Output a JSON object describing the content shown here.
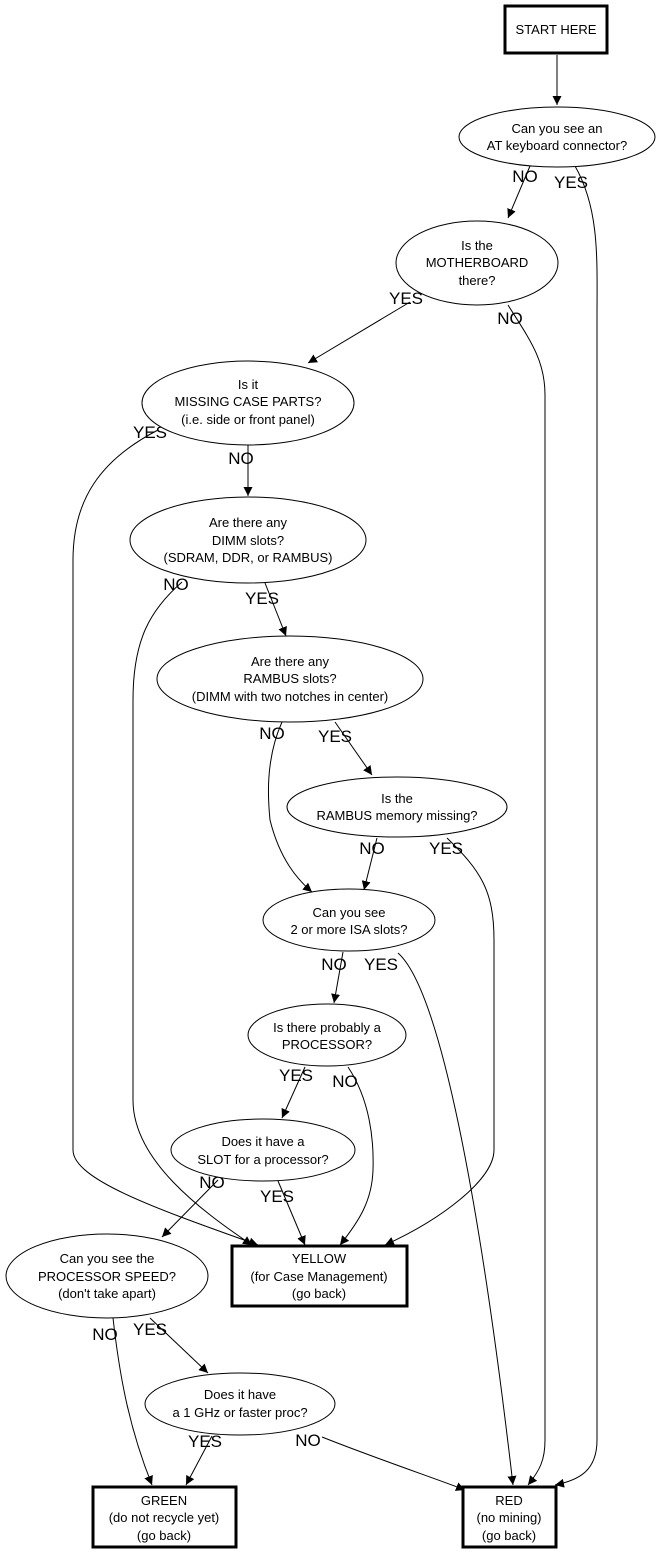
{
  "diagram": {
    "type": "flowchart",
    "nodes": {
      "start": {
        "shape": "box",
        "lines": [
          "START HERE"
        ]
      },
      "q_at_keyboard": {
        "shape": "ellipse",
        "lines": [
          "Can you see an",
          "AT keyboard connector?"
        ]
      },
      "q_motherboard": {
        "shape": "ellipse",
        "lines": [
          "Is the",
          "MOTHERBOARD",
          "there?"
        ]
      },
      "q_missing_case": {
        "shape": "ellipse",
        "lines": [
          "Is it",
          "MISSING CASE PARTS?",
          "(i.e. side or front panel)"
        ]
      },
      "q_dimm": {
        "shape": "ellipse",
        "lines": [
          "Are there any",
          "DIMM slots?",
          "(SDRAM, DDR, or RAMBUS)"
        ]
      },
      "q_rambus_slots": {
        "shape": "ellipse",
        "lines": [
          "Are there any",
          "RAMBUS slots?",
          "(DIMM with two notches in center)"
        ]
      },
      "q_rambus_missing": {
        "shape": "ellipse",
        "lines": [
          "Is the",
          "RAMBUS memory missing?"
        ]
      },
      "q_isa": {
        "shape": "ellipse",
        "lines": [
          "Can you see",
          "2 or more ISA slots?"
        ]
      },
      "q_processor": {
        "shape": "ellipse",
        "lines": [
          "Is there probably a",
          "PROCESSOR?"
        ]
      },
      "q_slot": {
        "shape": "ellipse",
        "lines": [
          "Does it have a",
          "SLOT for a processor?"
        ]
      },
      "q_speed": {
        "shape": "ellipse",
        "lines": [
          "Can you see the",
          "PROCESSOR SPEED?",
          "(don't take apart)"
        ]
      },
      "q_1ghz": {
        "shape": "ellipse",
        "lines": [
          "Does it have",
          "a 1 GHz or faster proc?"
        ]
      },
      "yellow": {
        "shape": "box",
        "lines": [
          "YELLOW",
          "(for Case Management)",
          "(go back)"
        ]
      },
      "green": {
        "shape": "box",
        "lines": [
          "GREEN",
          "(do not recycle yet)",
          "(go back)"
        ]
      },
      "red": {
        "shape": "box",
        "lines": [
          "RED",
          "(no mining)",
          "(go back)"
        ]
      }
    },
    "edge_labels": {
      "yes": "YES",
      "no": "NO"
    },
    "edges": [
      {
        "from": "start",
        "to": "q_at_keyboard",
        "label": ""
      },
      {
        "from": "q_at_keyboard",
        "to": "q_motherboard",
        "label": "NO"
      },
      {
        "from": "q_at_keyboard",
        "to": "red",
        "label": "YES"
      },
      {
        "from": "q_motherboard",
        "to": "q_missing_case",
        "label": "YES"
      },
      {
        "from": "q_motherboard",
        "to": "red",
        "label": "NO"
      },
      {
        "from": "q_missing_case",
        "to": "yellow",
        "label": "YES"
      },
      {
        "from": "q_missing_case",
        "to": "q_dimm",
        "label": "NO"
      },
      {
        "from": "q_dimm",
        "to": "yellow",
        "label": "NO"
      },
      {
        "from": "q_dimm",
        "to": "q_rambus_slots",
        "label": "YES"
      },
      {
        "from": "q_rambus_slots",
        "to": "q_isa",
        "label": "NO"
      },
      {
        "from": "q_rambus_slots",
        "to": "q_rambus_missing",
        "label": "YES"
      },
      {
        "from": "q_rambus_missing",
        "to": "q_isa",
        "label": "NO"
      },
      {
        "from": "q_rambus_missing",
        "to": "yellow",
        "label": "YES"
      },
      {
        "from": "q_isa",
        "to": "q_processor",
        "label": "NO"
      },
      {
        "from": "q_isa",
        "to": "red",
        "label": "YES"
      },
      {
        "from": "q_processor",
        "to": "q_slot",
        "label": "YES"
      },
      {
        "from": "q_processor",
        "to": "yellow",
        "label": "NO"
      },
      {
        "from": "q_slot",
        "to": "q_speed",
        "label": "NO"
      },
      {
        "from": "q_slot",
        "to": "yellow",
        "label": "YES"
      },
      {
        "from": "q_speed",
        "to": "green",
        "label": "NO"
      },
      {
        "from": "q_speed",
        "to": "q_1ghz",
        "label": "YES"
      },
      {
        "from": "q_1ghz",
        "to": "green",
        "label": "YES"
      },
      {
        "from": "q_1ghz",
        "to": "red",
        "label": "NO"
      }
    ]
  }
}
